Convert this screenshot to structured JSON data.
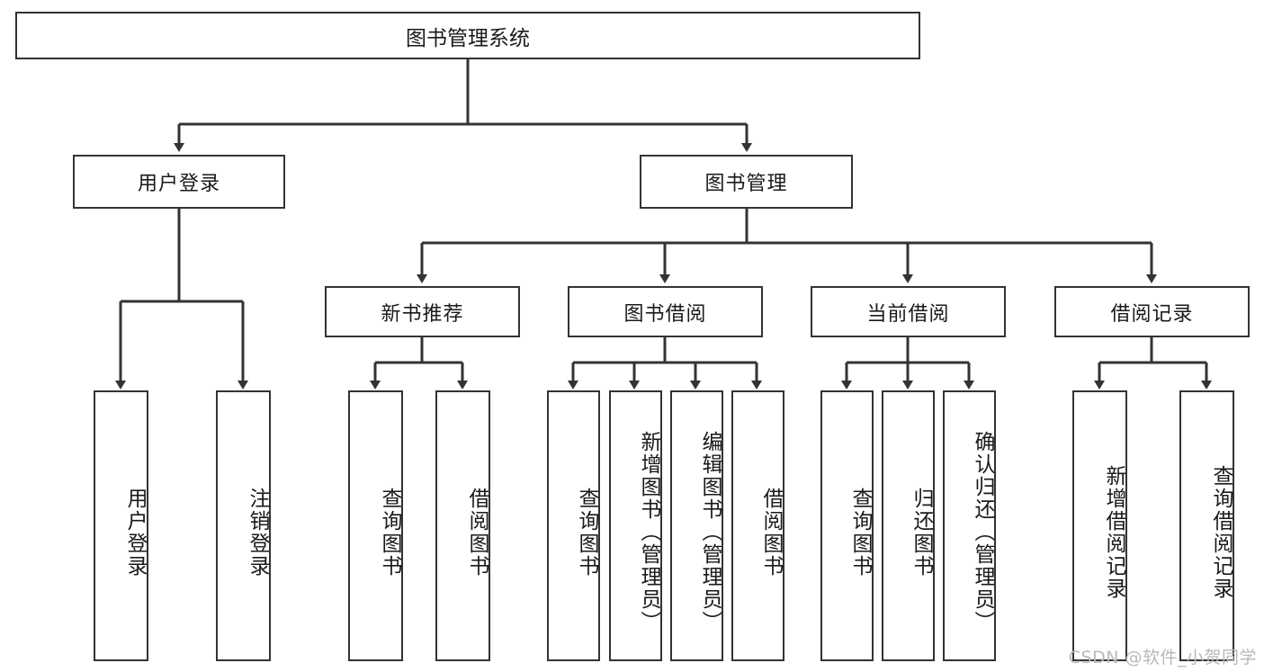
{
  "diagram": {
    "title": "图书管理系统",
    "watermark": "CSDN @软件_小贺同学",
    "line_color": "#333333",
    "box_fill": "#ffffff",
    "text_color": "#1a1a1a",
    "levels": {
      "root": {
        "label": "图书管理系统"
      },
      "level2": [
        {
          "label": "用户登录"
        },
        {
          "label": "图书管理"
        }
      ],
      "level3": [
        {
          "label": "新书推荐"
        },
        {
          "label": "图书借阅"
        },
        {
          "label": "当前借阅"
        },
        {
          "label": "借阅记录"
        }
      ],
      "leaves": [
        {
          "label": "用户登录",
          "parent": "用户登录"
        },
        {
          "label": "注销登录",
          "parent": "用户登录"
        },
        {
          "label": "查询图书",
          "parent": "新书推荐"
        },
        {
          "label": "借阅图书",
          "parent": "新书推荐"
        },
        {
          "label": "查询图书",
          "parent": "图书借阅"
        },
        {
          "label": "新增图书（管理员）",
          "parent": "图书借阅"
        },
        {
          "label": "编辑图书（管理员）",
          "parent": "图书借阅"
        },
        {
          "label": "借阅图书",
          "parent": "图书借阅"
        },
        {
          "label": "查询图书",
          "parent": "当前借阅"
        },
        {
          "label": "归还图书",
          "parent": "当前借阅"
        },
        {
          "label": "确认归还（管理员）",
          "parent": "当前借阅"
        },
        {
          "label": "新增借阅记录",
          "parent": "借阅记录"
        },
        {
          "label": "查询借阅记录",
          "parent": "借阅记录"
        }
      ]
    }
  }
}
